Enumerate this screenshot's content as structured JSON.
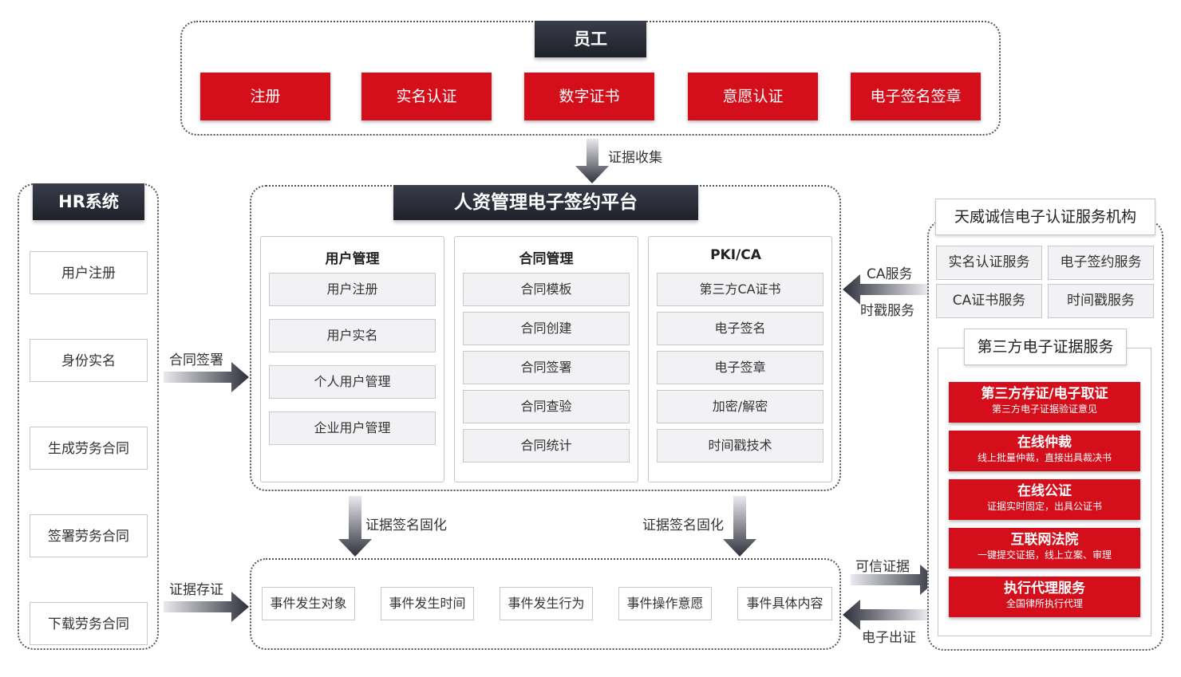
{
  "employee": {
    "title": "员工",
    "steps": [
      "注册",
      "实名认证",
      "数字证书",
      "意愿认证",
      "电子签名签章"
    ]
  },
  "evidence_collect_label": "证据收集",
  "hr": {
    "title": "HR系统",
    "steps": [
      "用户注册",
      "身份实名",
      "生成劳务合同",
      "签署劳务合同",
      "下载劳务合同"
    ]
  },
  "platform": {
    "title": "人资管理电子签约平台",
    "columns": [
      {
        "title": "用户管理",
        "items": [
          "用户注册",
          "用户实名",
          "个人用户管理",
          "企业用户管理"
        ]
      },
      {
        "title": "合同管理",
        "items": [
          "合同模板",
          "合同创建",
          "合同签署",
          "合同查验",
          "合同统计"
        ]
      },
      {
        "title": "PKI/CA",
        "items": [
          "第三方CA证书",
          "电子签名",
          "电子签章",
          "加密/解密",
          "时间戳技术"
        ]
      }
    ]
  },
  "labels": {
    "contract_sign": "合同签署",
    "evidence_store": "证据存证",
    "solidify_left": "证据签名固化",
    "solidify_right": "证据签名固化",
    "ca_service": "CA服务",
    "timestamp_service": "时戳服务",
    "trusted_evidence": "可信证据",
    "e_evidence_out": "电子出证"
  },
  "events": [
    "事件发生对象",
    "事件发生时间",
    "事件发生行为",
    "事件操作意愿",
    "事件具体内容"
  ],
  "tianwei": {
    "title": "天威诚信电子认证服务机构",
    "services": [
      "实名认证服务",
      "电子签约服务",
      "CA证书服务",
      "时间戳服务"
    ],
    "third_party_title": "第三方电子证据服务",
    "third_party": [
      {
        "title": "第三方存证/电子取证",
        "desc": "第三方电子证据验证意见"
      },
      {
        "title": "在线仲裁",
        "desc": "线上批量仲裁，直接出具裁决书"
      },
      {
        "title": "在线公证",
        "desc": "证据实时固定，出具公证书"
      },
      {
        "title": "互联网法院",
        "desc": "一键提交证据，线上立案、审理"
      },
      {
        "title": "执行代理服务",
        "desc": "全国律所执行代理"
      }
    ]
  },
  "colors": {
    "accent_red": "#d40f1b",
    "dark": "#2a2c36"
  }
}
